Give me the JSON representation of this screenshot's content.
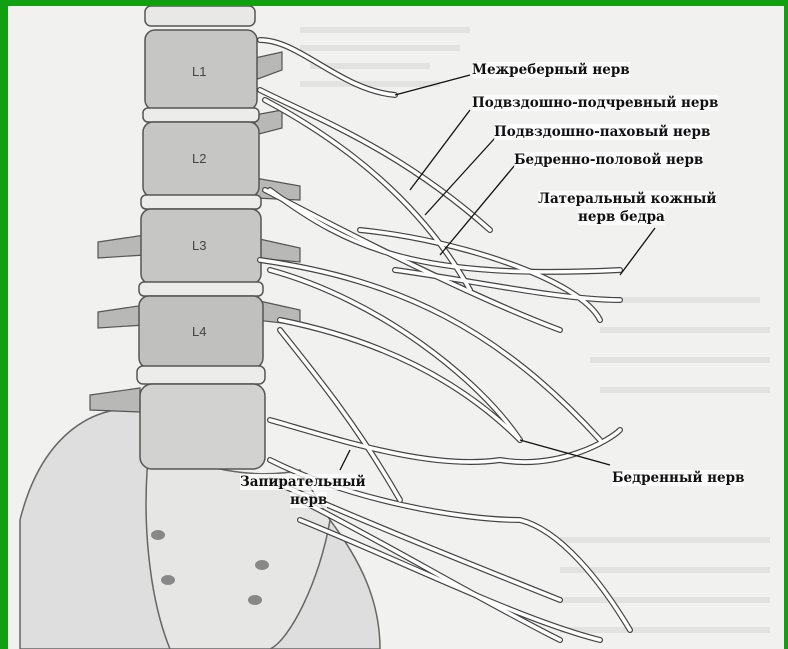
{
  "colors": {
    "frame": "#12a012",
    "background": "#f1f1ef",
    "bone": "#c9c9c7",
    "nerve": "#ffffff",
    "outline": "#444444"
  },
  "vertebrae": [
    "L1",
    "L2",
    "L3",
    "L4"
  ],
  "labels": {
    "intercostal": "Межреберный  нерв",
    "iliohypogastric": "Подвздошно-подчревный  нерв",
    "ilioinguinal": "Подвздошно-паховый нерв",
    "genitofemoral": "Бедренно-половой нерв",
    "lat_cutaneous_1": "Латеральный кожный",
    "lat_cutaneous_2": "нерв бедра",
    "femoral": "Бедренный нерв",
    "obturator_1": "Запирательный",
    "obturator_2": "нерв"
  }
}
